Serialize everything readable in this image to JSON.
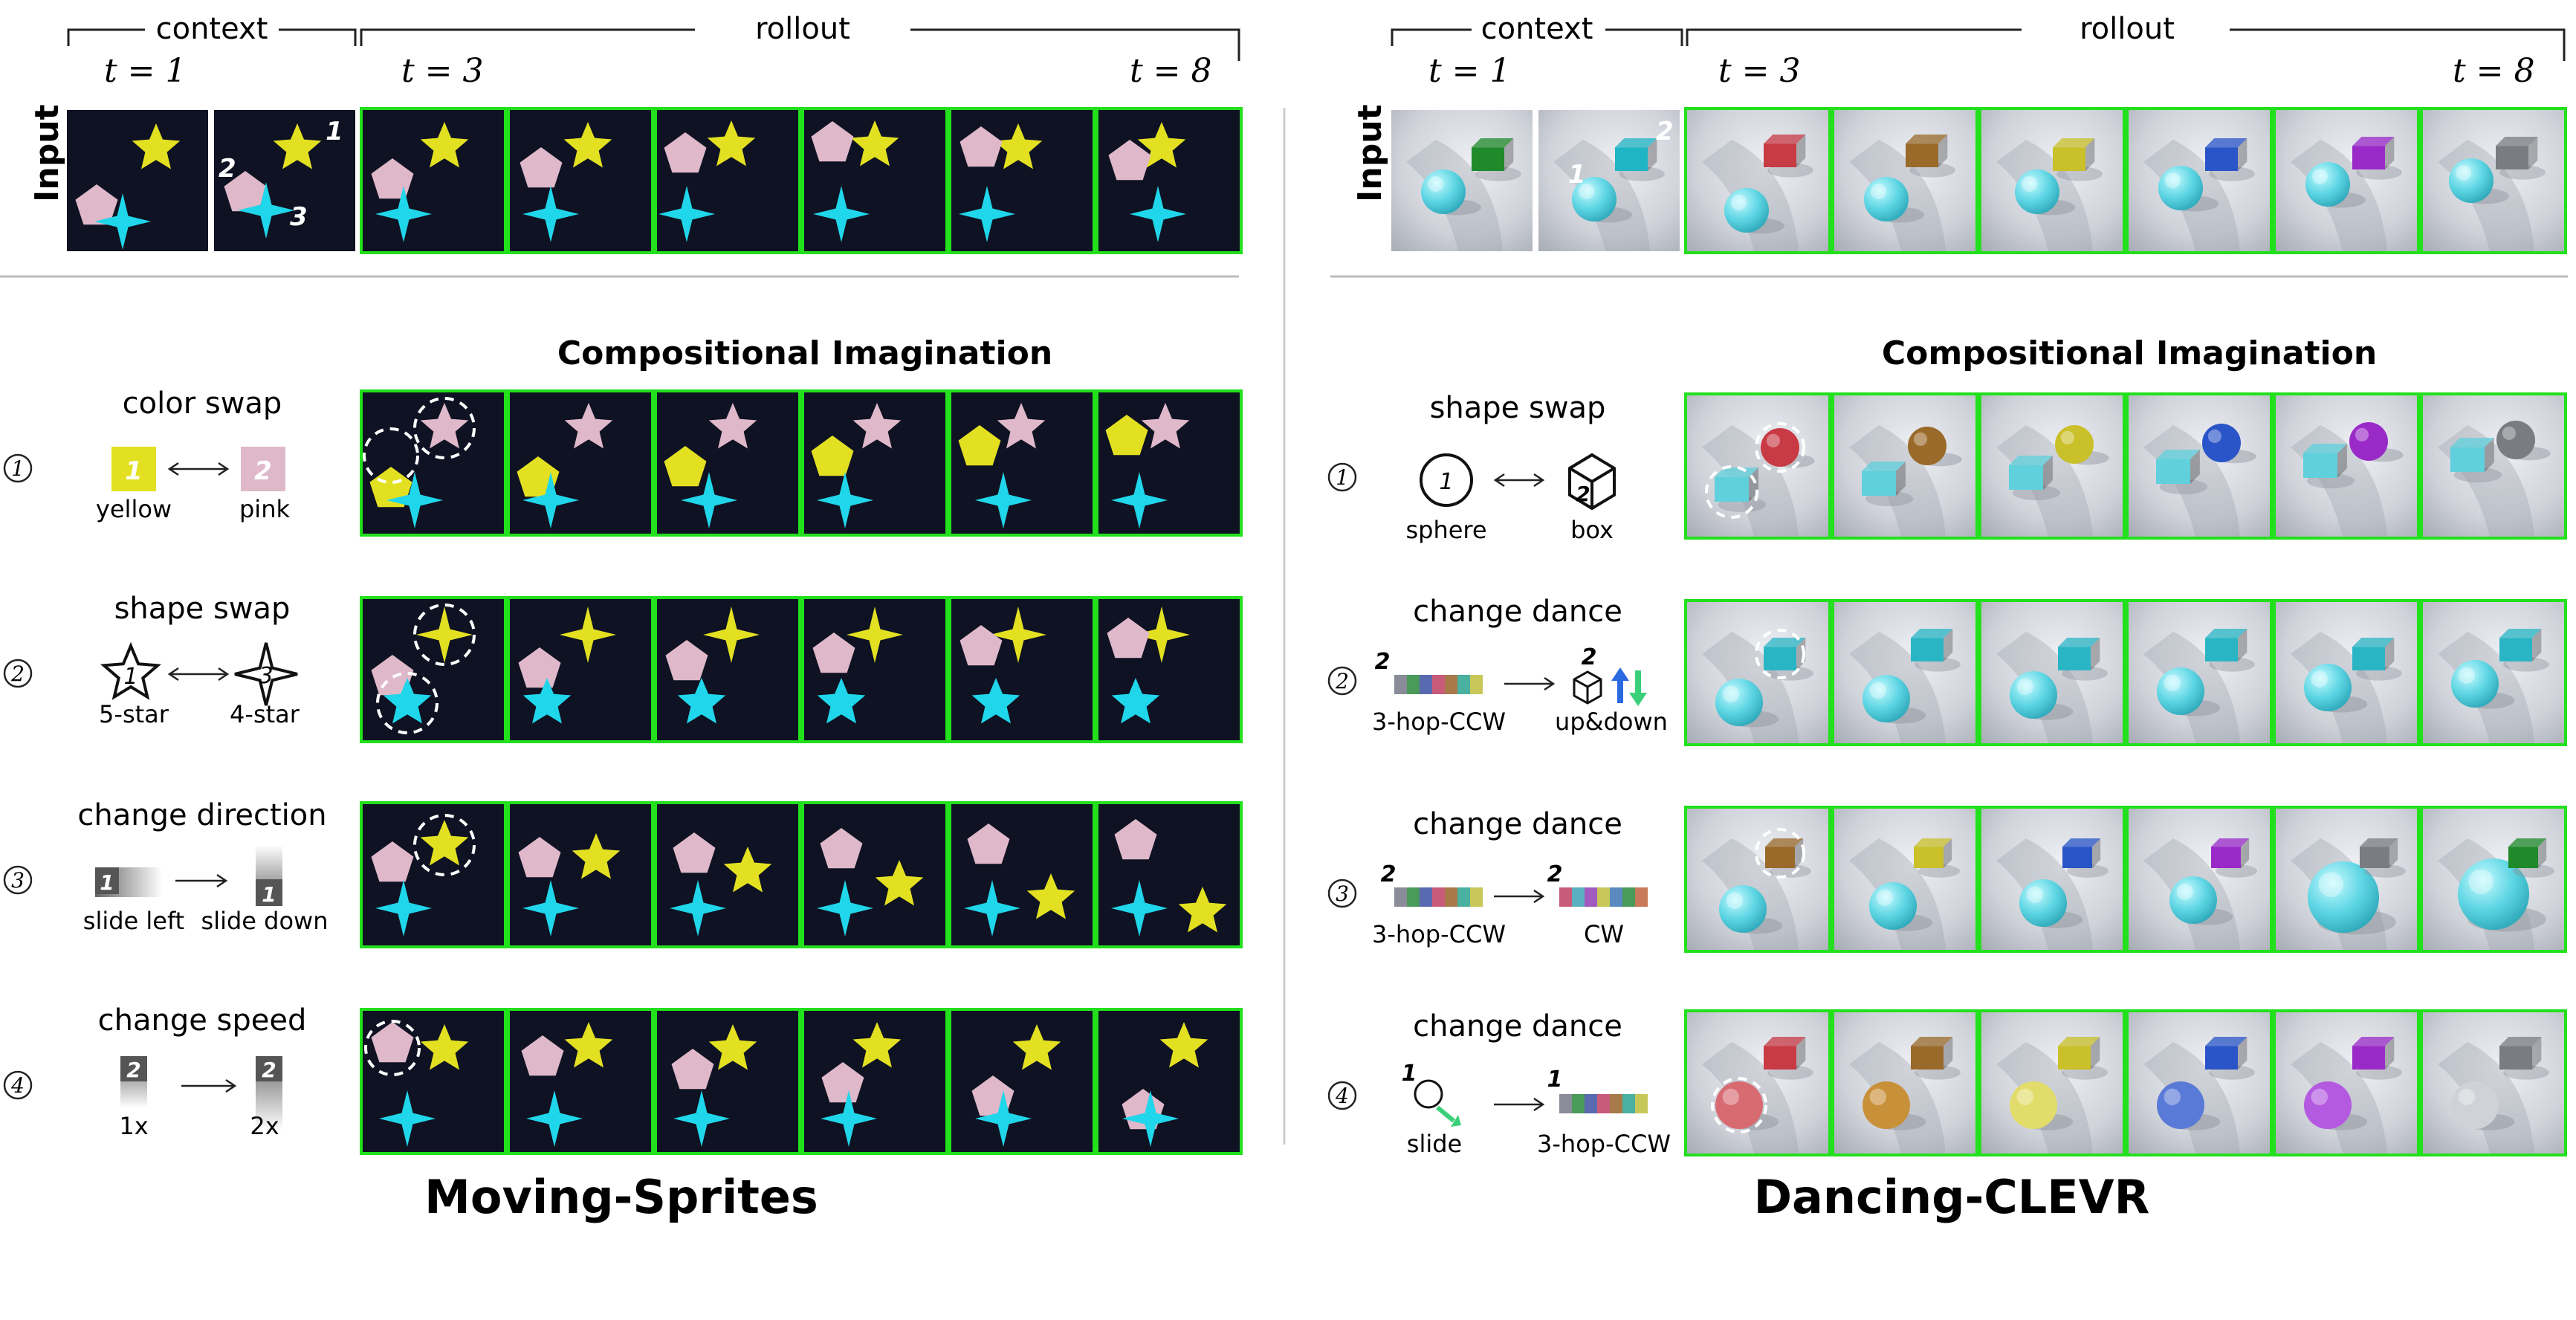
{
  "header": {
    "context_label": "context",
    "rollout_label": "rollout",
    "t1": "t = 1",
    "t3": "t = 3",
    "t8": "t = 8",
    "input_label": "Input",
    "input_sprite_annotations": [
      "1",
      "2",
      "3"
    ],
    "input_clevr_annotations": [
      "2",
      "1"
    ]
  },
  "section_title": "Compositional Imagination",
  "datasets": [
    {
      "name": "Moving-Sprites",
      "rows": [
        {
          "num": "1",
          "title": "color swap",
          "left_label": "yellow",
          "right_label": "pink",
          "left_tag": "1",
          "right_tag": "2"
        },
        {
          "num": "2",
          "title": "shape swap",
          "left_label": "5-star",
          "right_label": "4-star",
          "left_tag": "1",
          "right_tag": "3"
        },
        {
          "num": "3",
          "title": "change direction",
          "left_label": "slide left",
          "right_label": "slide down",
          "left_tag": "1",
          "right_tag": "1"
        },
        {
          "num": "4",
          "title": "change speed",
          "left_label": "1x",
          "right_label": "2x",
          "left_tag": "2",
          "right_tag": "2"
        }
      ]
    },
    {
      "name": "Dancing-CLEVR",
      "rows": [
        {
          "num": "1",
          "title": "shape swap",
          "left_label": "sphere",
          "right_label": "box",
          "left_tag": "1",
          "right_tag": "2"
        },
        {
          "num": "2",
          "title": "change dance",
          "left_label": "3-hop-CCW",
          "right_label": "up&down",
          "left_tag": "2",
          "right_tag": "2"
        },
        {
          "num": "3",
          "title": "change dance",
          "left_label": "3-hop-CCW",
          "right_label": "CW",
          "left_tag": "2",
          "right_tag": "2"
        },
        {
          "num": "4",
          "title": "change dance",
          "left_label": "slide",
          "right_label": "3-hop-CCW",
          "left_tag": "1",
          "right_tag": "1"
        }
      ]
    }
  ],
  "colors": {
    "frame_border": "#22e01c",
    "sprite_bg": "#0e1222",
    "yellow": "#e3e022",
    "pink": "#dfb8c9",
    "cyan": "#20d6ea",
    "clevr_bg": "#c9ccd4",
    "divider": "#bbbbbb"
  }
}
